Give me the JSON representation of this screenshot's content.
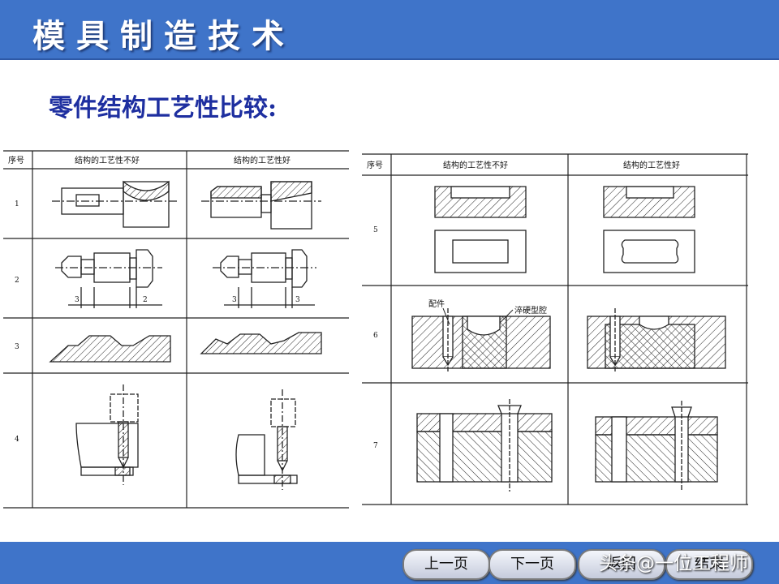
{
  "header": {
    "title": "模具制造技术"
  },
  "subtitle": "零件结构工艺性比较:",
  "left_table": {
    "headers": [
      "序号",
      "结构的工艺性不好",
      "结构的工艺性好"
    ],
    "row_numbers": [
      "1",
      "2",
      "3",
      "4"
    ],
    "dims_bad": [
      "3",
      "2"
    ],
    "dims_good": [
      "3",
      "3"
    ]
  },
  "right_table": {
    "headers": [
      "序号",
      "结构的工艺性不好",
      "结构的工艺性好"
    ],
    "row_numbers": [
      "5",
      "6",
      "7"
    ],
    "label_part": "配件",
    "label_cavity": "淬硬型腔"
  },
  "nav": {
    "prev": "上一页",
    "next": "下一页",
    "back": "返回",
    "end": "结束"
  },
  "watermark": "头条@一位工程师"
}
